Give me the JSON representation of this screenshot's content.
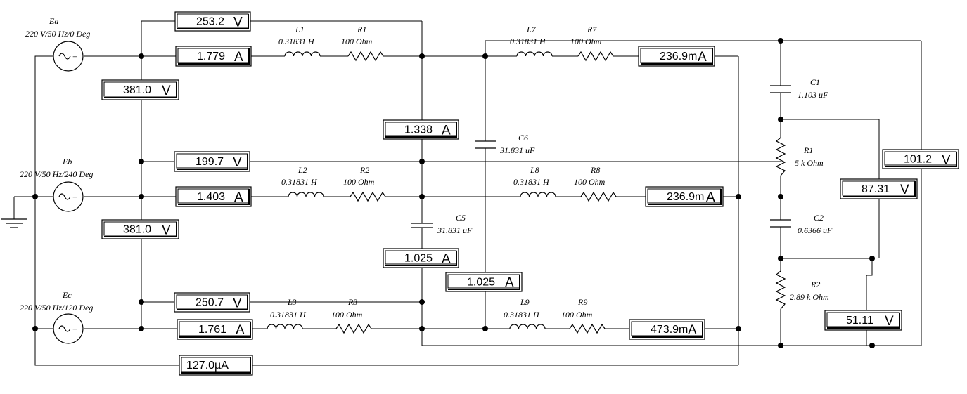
{
  "sources": [
    {
      "name": "Ea",
      "spec": "220 V/50 Hz/0 Deg"
    },
    {
      "name": "Eb",
      "spec": "220 V/50 Hz/240 Deg"
    },
    {
      "name": "Ec",
      "spec": "220 V/50 Hz/120 Deg"
    }
  ],
  "components": {
    "L1": {
      "name": "L1",
      "value": "0.31831 H"
    },
    "R1": {
      "name": "R1",
      "value": "100  Ohm"
    },
    "L2": {
      "name": "L2",
      "value": "0.31831 H"
    },
    "R2": {
      "name": "R2",
      "value": "100  Ohm"
    },
    "L3": {
      "name": "L3",
      "value": "0.31831 H"
    },
    "R3": {
      "name": "R3",
      "value": "100  Ohm"
    },
    "L7": {
      "name": "L7",
      "value": "0.31831 H"
    },
    "R7": {
      "name": "R7",
      "value": "100  Ohm"
    },
    "L8": {
      "name": "L8",
      "value": "0.31831 H"
    },
    "R8": {
      "name": "R8",
      "value": "100  Ohm"
    },
    "L9": {
      "name": "L9",
      "value": "0.31831 H"
    },
    "R9": {
      "name": "R9",
      "value": "100  Ohm"
    },
    "C5": {
      "name": "C5",
      "value": "31.831 uF"
    },
    "C6": {
      "name": "C6",
      "value": "31.831 uF"
    },
    "C1": {
      "name": "C1",
      "value": "1.103 uF"
    },
    "C2": {
      "name": "C2",
      "value": "0.6366 uF"
    },
    "Rd1": {
      "name": "R1",
      "value": "5 k Ohm"
    },
    "Rd2": {
      "name": "R2",
      "value": "2.89 k Ohm"
    }
  },
  "meters": {
    "v_a": {
      "value": "253.2",
      "unit": "V"
    },
    "i_a": {
      "value": "1.779",
      "unit": "A"
    },
    "v_ab": {
      "value": "381.0",
      "unit": "V"
    },
    "v_b": {
      "value": "199.7",
      "unit": "V"
    },
    "i_b": {
      "value": "1.403",
      "unit": "A"
    },
    "v_bc": {
      "value": "381.0",
      "unit": "V"
    },
    "v_c": {
      "value": "250.7",
      "unit": "V"
    },
    "i_c": {
      "value": "1.761",
      "unit": "A"
    },
    "i_n": {
      "value": "127.0µA",
      "unit": ""
    },
    "i_c6": {
      "value": "1.338",
      "unit": "A"
    },
    "i_c5": {
      "value": "1.025",
      "unit": "A"
    },
    "i_cc": {
      "value": "1.025",
      "unit": "A"
    },
    "i_7": {
      "value": "236.9m",
      "unit": "A"
    },
    "i_8": {
      "value": "236.9m",
      "unit": "A"
    },
    "i_9": {
      "value": "473.9m",
      "unit": "A"
    },
    "v_d1": {
      "value": "101.2",
      "unit": "V"
    },
    "v_d2": {
      "value": "87.31",
      "unit": "V"
    },
    "v_d3": {
      "value": "51.11",
      "unit": "V"
    }
  }
}
